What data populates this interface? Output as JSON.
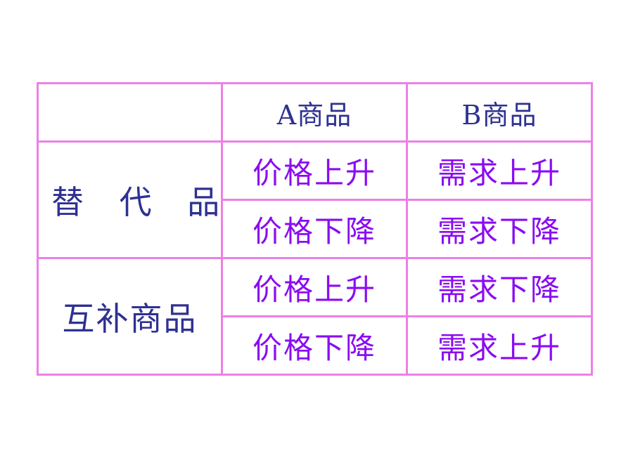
{
  "table": {
    "header": [
      "",
      "A商品",
      "B商品"
    ],
    "groups": [
      {
        "label": "替 代 品",
        "rows": [
          {
            "a": "价格上升",
            "b": "需求上升"
          },
          {
            "a": "价格下降",
            "b": "需求下降"
          }
        ]
      },
      {
        "label": "互补商品",
        "rows": [
          {
            "a": "价格上升",
            "b": "需求下降"
          },
          {
            "a": "价格下降",
            "b": "需求上升"
          }
        ]
      }
    ]
  },
  "colors": {
    "border": "#ee7fe6",
    "label_text": "#2e3192",
    "value_text": "#8a0cf2"
  }
}
